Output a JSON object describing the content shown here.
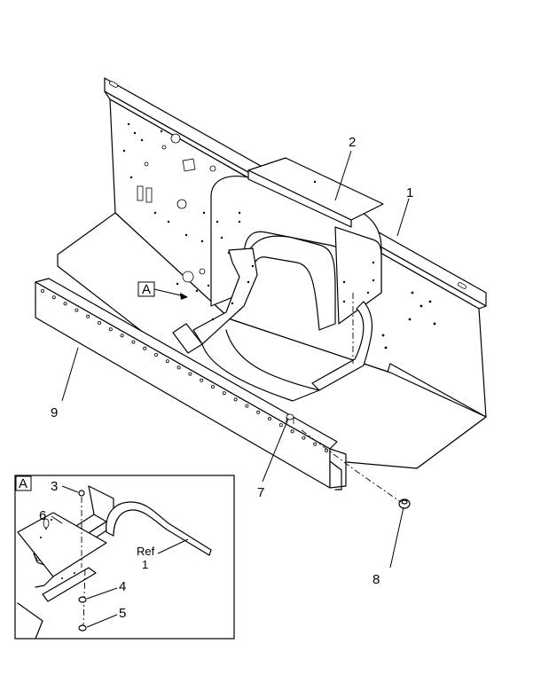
{
  "callouts": {
    "c1": "1",
    "c2": "2",
    "c7": "7",
    "c8": "8",
    "c9": "9",
    "detail_ref": "A"
  },
  "detail": {
    "title": "A",
    "c3": "3",
    "c4": "4",
    "c5": "5",
    "c6": "6",
    "ref_word": "Ref",
    "ref_num": "1"
  }
}
